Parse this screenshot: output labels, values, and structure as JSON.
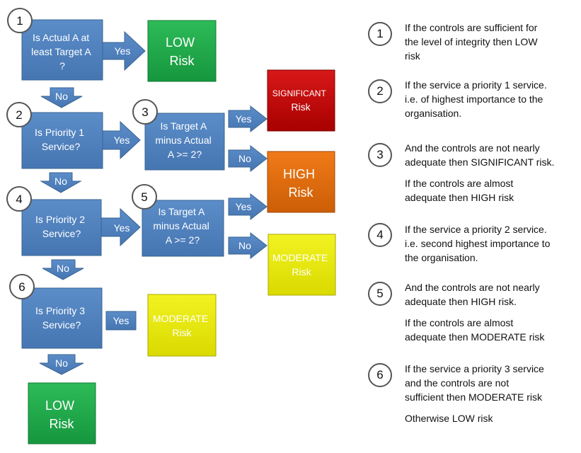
{
  "flow": {
    "q1": [
      "Is Actual A at",
      "least Target A",
      "?"
    ],
    "q2": [
      "Is Priority 1",
      "Service?"
    ],
    "q3": [
      "Is Target A",
      "minus Actual",
      "A >= 2?"
    ],
    "q4": [
      "Is Priority 2",
      "Service?"
    ],
    "q5": [
      "Is Target A",
      "minus Actual",
      "A >= 2?"
    ],
    "q6": [
      "Is Priority 3",
      "Service?"
    ],
    "step_numbers": [
      "1",
      "2",
      "3",
      "4",
      "5",
      "6"
    ],
    "yes": "Yes",
    "no": "No",
    "low": [
      "LOW",
      "Risk"
    ],
    "significant": [
      "SIGNIFICANT",
      "Risk"
    ],
    "high": [
      "HIGH",
      "Risk"
    ],
    "moderate": [
      "MODERATE",
      "Risk"
    ]
  },
  "colors": {
    "question_fill": "#4F81BD",
    "question_stroke": "#3A6491",
    "arrow_fill": "#4F81BD",
    "low_fill": "#1FA64A",
    "significant_fill": "#C00000",
    "high_fill": "#E36C0A",
    "moderate_fill": "#E6E600"
  },
  "notes": [
    {
      "num": "1",
      "lines": [
        "If the controls are sufficient for",
        "the level of integrity then  LOW",
        "risk"
      ]
    },
    {
      "num": "2",
      "lines": [
        "If the service a priority 1 service.",
        "i.e. of highest importance to the",
        "organisation."
      ]
    },
    {
      "num": "3",
      "lines": [
        "And the controls are not nearly",
        "adequate then SIGNIFICANT risk."
      ],
      "extra": [
        "If the controls are almost",
        "adequate then HIGH risk"
      ]
    },
    {
      "num": "4",
      "lines": [
        "If the service a priority 2 service.",
        "i.e. second highest importance to",
        "the organisation."
      ]
    },
    {
      "num": "5",
      "lines": [
        "And the controls are not nearly",
        "adequate then HIGH risk."
      ],
      "extra": [
        "If the controls are almost",
        "adequate then MODERATE risk"
      ]
    },
    {
      "num": "6",
      "lines": [
        "If the service a priority 3 service",
        "and the controls are not",
        "sufficient then MODERATE risk"
      ],
      "extra": [
        "Otherwise LOW risk"
      ]
    }
  ]
}
